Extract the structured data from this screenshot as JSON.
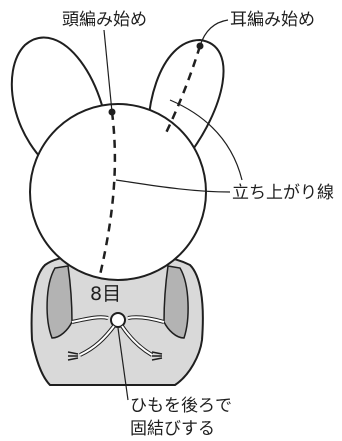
{
  "labels": {
    "head_start": "頭編み始め",
    "ear_start": "耳編み始め",
    "rise_line": "立ち上がり線",
    "body_rows": "8目",
    "tie_line1": "ひもを後ろで",
    "tie_line2": "固結びする"
  },
  "colors": {
    "outline": "#1f1f1f",
    "vest_fill": "#d9d9d9",
    "vest_edge": "#b3b3b3",
    "face_fill": "#ffffff"
  }
}
